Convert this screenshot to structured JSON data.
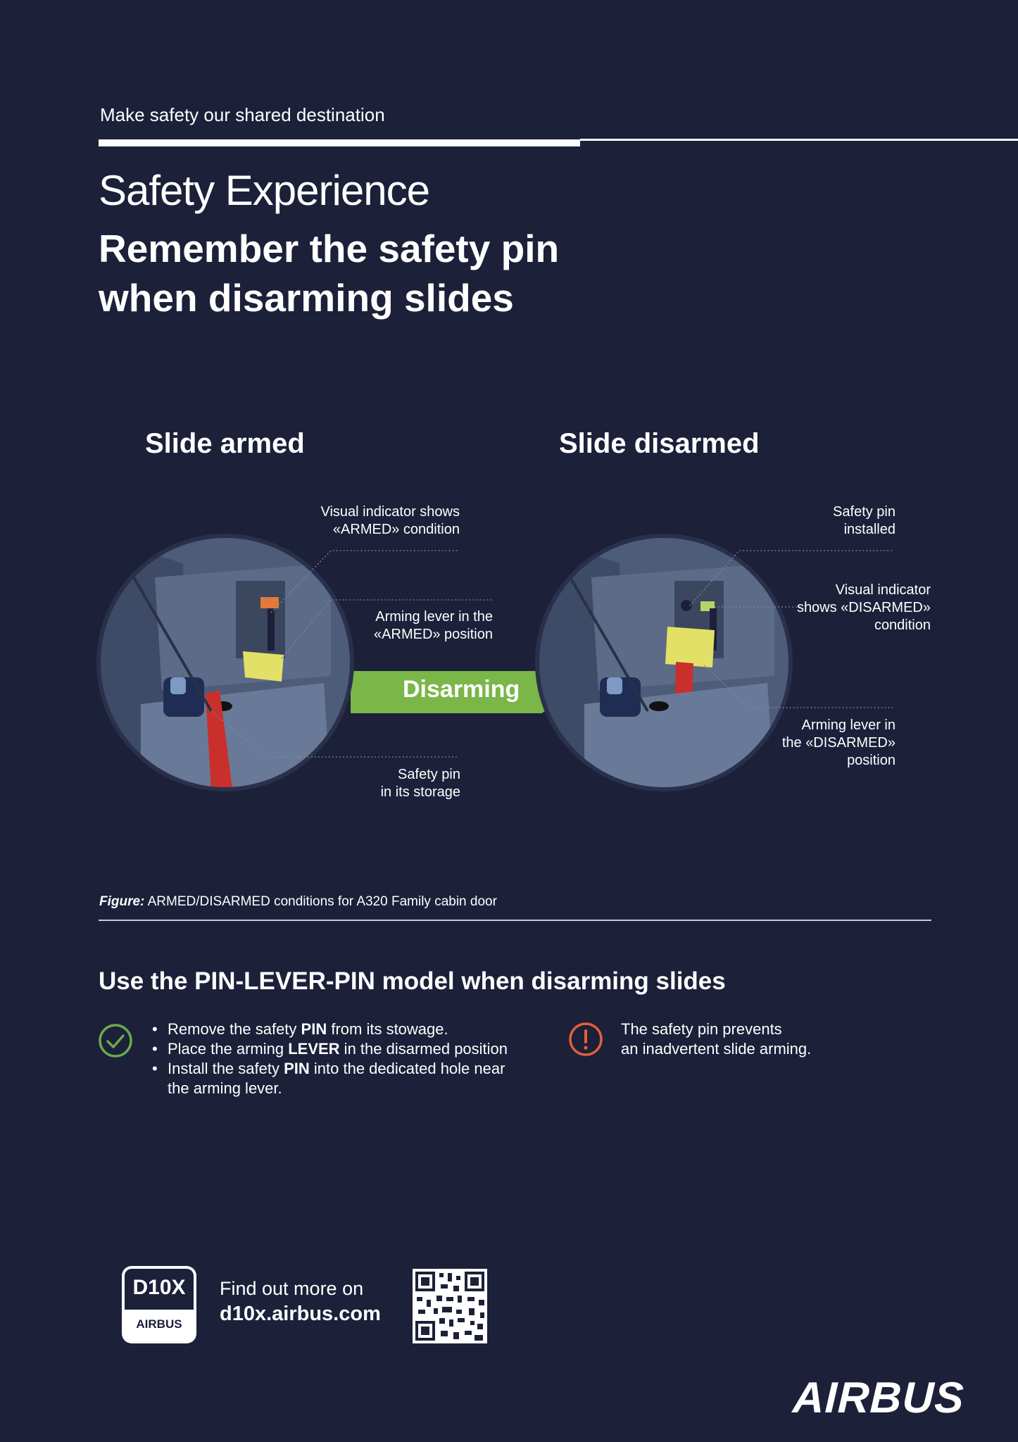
{
  "header": {
    "tagline": "Make safety our shared destination",
    "kicker": "Safety Experience",
    "headline_line1": "Remember the safety pin",
    "headline_line2": "when disarming slides"
  },
  "figure": {
    "armed_title": "Slide armed",
    "disarmed_title": "Slide disarmed",
    "arrow_label": "Disarming",
    "arrow_color": "#7ab648",
    "armed_callouts": {
      "visual_indicator": [
        "Visual indicator shows",
        "«ARMED» condition"
      ],
      "arming_lever": [
        "Arming lever in the",
        "«ARMED» position"
      ],
      "safety_pin": [
        "Safety pin",
        "in its storage"
      ]
    },
    "disarmed_callouts": {
      "safety_pin": [
        "Safety pin",
        "installed"
      ],
      "visual_indicator": [
        "Visual indicator",
        "shows «DISARMED»",
        "condition"
      ],
      "arming_lever": [
        "Arming lever in",
        "the «DISARMED»",
        "position"
      ]
    },
    "caption_label": "Figure:",
    "caption_text": " ARMED/DISARMED conditions for A320 Family cabin door"
  },
  "model": {
    "title": "Use the PIN-LEVER-PIN model when disarming slides",
    "steps": [
      {
        "pre": "Remove the safety ",
        "bold": "PIN",
        "post": " from its stowage."
      },
      {
        "pre": "Place the arming ",
        "bold": "LEVER",
        "post": " in the disarmed position"
      },
      {
        "pre": "Install the safety ",
        "bold": "PIN",
        "post": " into the dedicated hole near the arming lever."
      }
    ],
    "check_icon_color": "#6aaa4a",
    "note_line1": "The safety pin prevents",
    "note_line2": "an inadvertent slide arming.",
    "warning_icon_color": "#e0603a"
  },
  "footer": {
    "badge_top": "D10X",
    "badge_bottom": "AIRBUS",
    "findout_line1": "Find out more on",
    "findout_url": "d10x.airbus.com",
    "brand": "AIRBUS"
  },
  "colors": {
    "background": "#1c2039",
    "accent_red": "#c9302c",
    "accent_yellow": "#e3e067"
  }
}
